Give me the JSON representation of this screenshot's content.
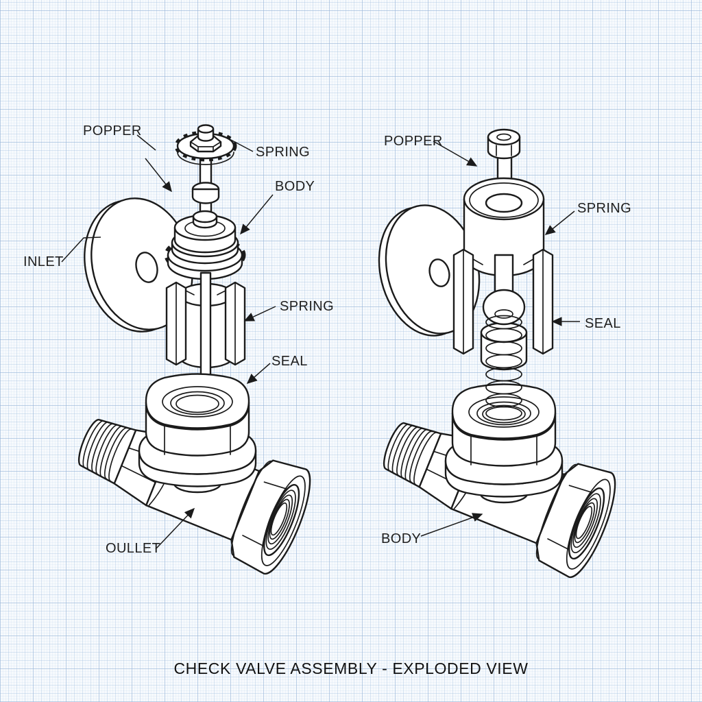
{
  "caption": {
    "text": "CHECK VALVE ASSEMBLY - EXPLODED VIEW"
  },
  "colors": {
    "line": "#1b1b1b",
    "paper": "#f7fafd",
    "grid_major": "#c8d9ec",
    "grid_minor": "#e3edf7"
  },
  "left_view": {
    "labels": [
      {
        "id": "popper",
        "text": "POPPER"
      },
      {
        "id": "spring-top",
        "text": "SPRING"
      },
      {
        "id": "body",
        "text": "BODY"
      },
      {
        "id": "inlet",
        "text": "INLET"
      },
      {
        "id": "spring-mid",
        "text": "SPRING"
      },
      {
        "id": "seal",
        "text": "SEAL"
      },
      {
        "id": "oullet",
        "text": "OULLET"
      }
    ]
  },
  "right_view": {
    "labels": [
      {
        "id": "popper",
        "text": "POPPER"
      },
      {
        "id": "spring",
        "text": "SPRING"
      },
      {
        "id": "seal",
        "text": "SEAL"
      },
      {
        "id": "body",
        "text": "BODY"
      }
    ]
  }
}
